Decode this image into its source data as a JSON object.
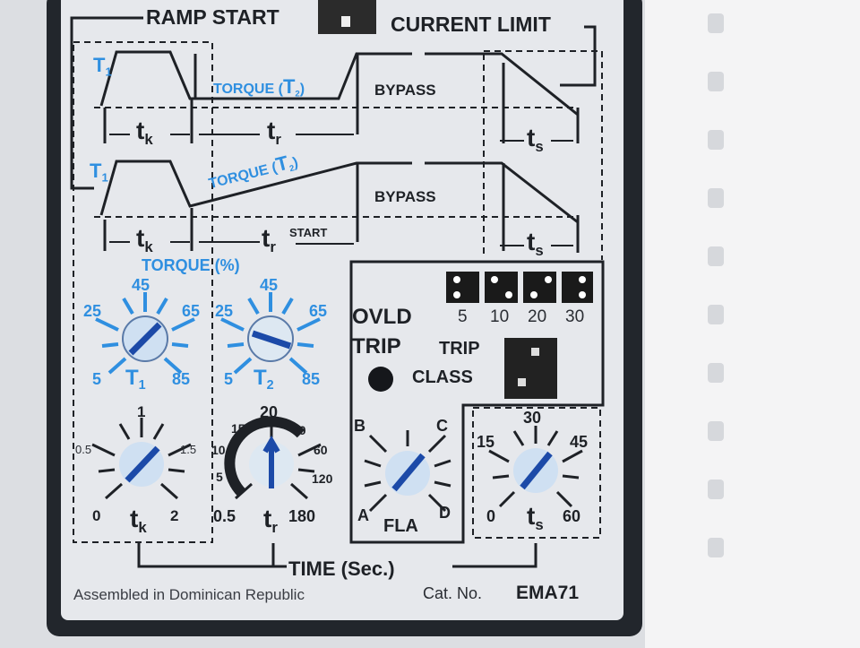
{
  "header": {
    "ramp_start": "RAMP START",
    "current_limit": "CURRENT LIMIT"
  },
  "diagram": {
    "t1": "T",
    "t1_sub": "1",
    "torque_t2": "TORQUE (",
    "t2": "T",
    "t2_sub": "2",
    "close": ")",
    "bypass": "BYPASS",
    "tk": "t",
    "tk_sub": "k",
    "tr": "t",
    "tr_sub": "r",
    "ts": "t",
    "ts_sub": "s",
    "start": "START"
  },
  "torque_section": {
    "title": "TORQUE (%)",
    "t1_dial": {
      "labels": [
        "45",
        "25",
        "65",
        "5",
        "85"
      ],
      "name": "T",
      "sub": "1"
    },
    "t2_dial": {
      "labels": [
        "45",
        "25",
        "65",
        "5",
        "85"
      ],
      "name": "T",
      "sub": "2"
    }
  },
  "time_dials": {
    "tk": {
      "labels": [
        "1",
        "0.5",
        "1.5",
        "0",
        "2"
      ],
      "name": "t",
      "sub": "k"
    },
    "tr": {
      "labels": [
        "20",
        "15",
        "40",
        "10",
        "60",
        "5",
        "120",
        "0.5",
        "180"
      ],
      "name": "t",
      "sub": "r"
    },
    "ts": {
      "labels": [
        "30",
        "15",
        "45",
        "0",
        "60"
      ],
      "name": "t",
      "sub": "s"
    }
  },
  "ovld": {
    "ovld": "OVLD",
    "trip": "TRIP",
    "trip_class_1": "TRIP",
    "trip_class_2": "CLASS",
    "classes": [
      "5",
      "10",
      "20",
      "30"
    ]
  },
  "fla": {
    "labels": [
      "B",
      "C",
      "A",
      "D"
    ],
    "name": "FLA"
  },
  "footer": {
    "time": "TIME (Sec.)",
    "assembled": "Assembled in Dominican Republic",
    "cat": "Cat. No.",
    "model": "EMA71"
  }
}
